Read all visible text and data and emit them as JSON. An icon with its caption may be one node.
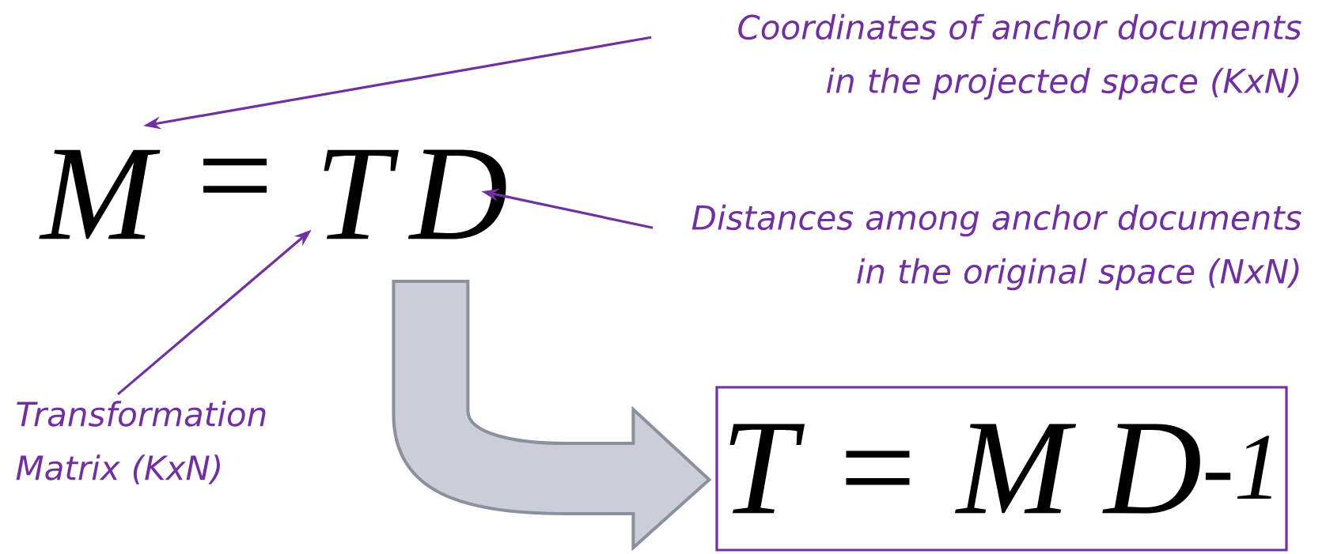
{
  "diagram": {
    "nodes": [
      {
        "text": [
          "Coordinates of anchor documents in the projected space (KxN)"
        ]
      },
      {
        "text": [
          "M"
        ]
      },
      {
        "text": [
          "T"
        ]
      },
      {
        "text": [
          "D"
        ]
      },
      {
        "text": [
          "Distances among anchor documents in the original space (NxN)"
        ]
      },
      {
        "text": [
          "Transformation Matrix (KxN)"
        ]
      },
      {
        "text": [
          "T = M D$^{-1}$"
        ]
      }
    ],
    "edges": [
      {
        "from": 0,
        "to": 1,
        "arrow": "to"
      },
      {
        "from": 4,
        "to": 3,
        "arrow": "to"
      },
      {
        "from": 5,
        "to": 2,
        "arrow": "to"
      },
      {
        "from": null,
        "to": 6,
        "arrow": "to",
        "style": "thick",
        "color": "#cbced6"
      }
    ],
    "labels": [
      "="
    ]
  }
}
